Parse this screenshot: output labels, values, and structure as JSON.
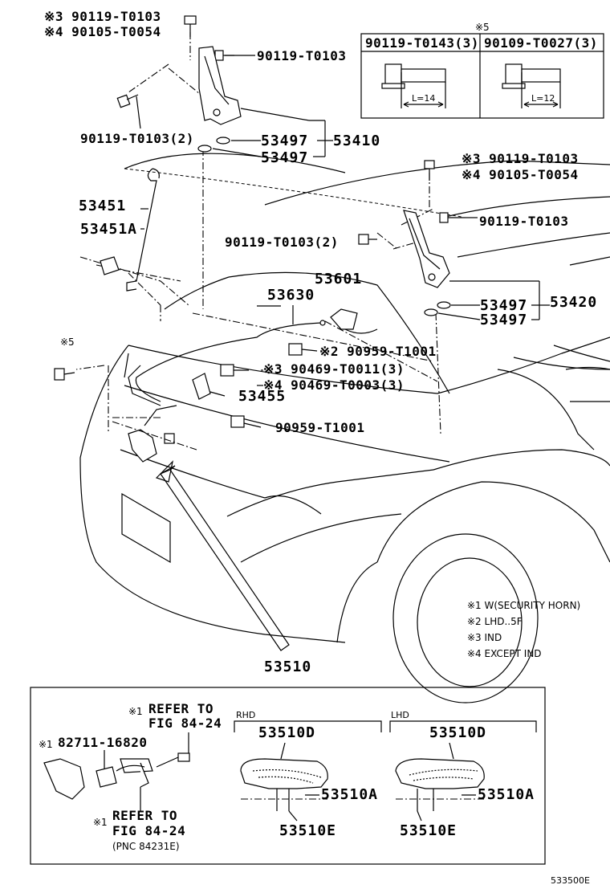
{
  "diagram": {
    "top_left": {
      "ref_a": "※3 90119-T0103",
      "ref_b": "※4 90105-T0054",
      "bolt": "90119-T0103",
      "bolt2": "90119-T0103(2)",
      "washer1": "53497",
      "washer2": "53497",
      "hinge": "53410"
    },
    "box5": {
      "mark": "※5",
      "col1": "90119-T0143(3)",
      "col2": "90109-T0027(3)",
      "len1": "L=14",
      "len2": "L=12"
    },
    "right": {
      "ref_a": "※3 90119-T0103",
      "ref_b": "※4 90105-T0054",
      "bolt": "90119-T0103",
      "bolt2": "90119-T0103(2)",
      "washer1": "53497",
      "washer2": "53497",
      "hinge": "53420"
    },
    "left_parts": {
      "support_rod": "53451",
      "cushion": "53451A",
      "mark5": "※5"
    },
    "center": {
      "lock_release": "53601",
      "cable": "53630",
      "clamp1": "※2 90959-T1001",
      "clip1": "※3 90469-T0011(3)",
      "clip2": "※4 90469-T0003(3)",
      "holder": "53455",
      "clamp2": "90959-T1001"
    },
    "lock_assy": "53510",
    "notes": [
      "※1 W(SECURITY HORN)",
      "※2 LHD..5F",
      "※3 IND",
      "※4 EXCEPT IND"
    ],
    "detail": {
      "refer_top_a": "REFER TO",
      "refer_top_b": "FIG 84-24",
      "part_82711": "82711-16820",
      "refer_bot_a": "REFER TO",
      "refer_bot_b": "FIG 84-24",
      "pnc": "(PNC 84231E)",
      "mark1a": "※1",
      "mark1b": "※1",
      "mark1c": "※1",
      "rhd": "RHD",
      "lhd": "LHD",
      "rhd_d": "53510D",
      "rhd_a": "53510A",
      "rhd_e": "53510E",
      "lhd_d": "53510D",
      "lhd_a": "53510A",
      "lhd_e": "53510E"
    },
    "figure_id": "533500E"
  }
}
